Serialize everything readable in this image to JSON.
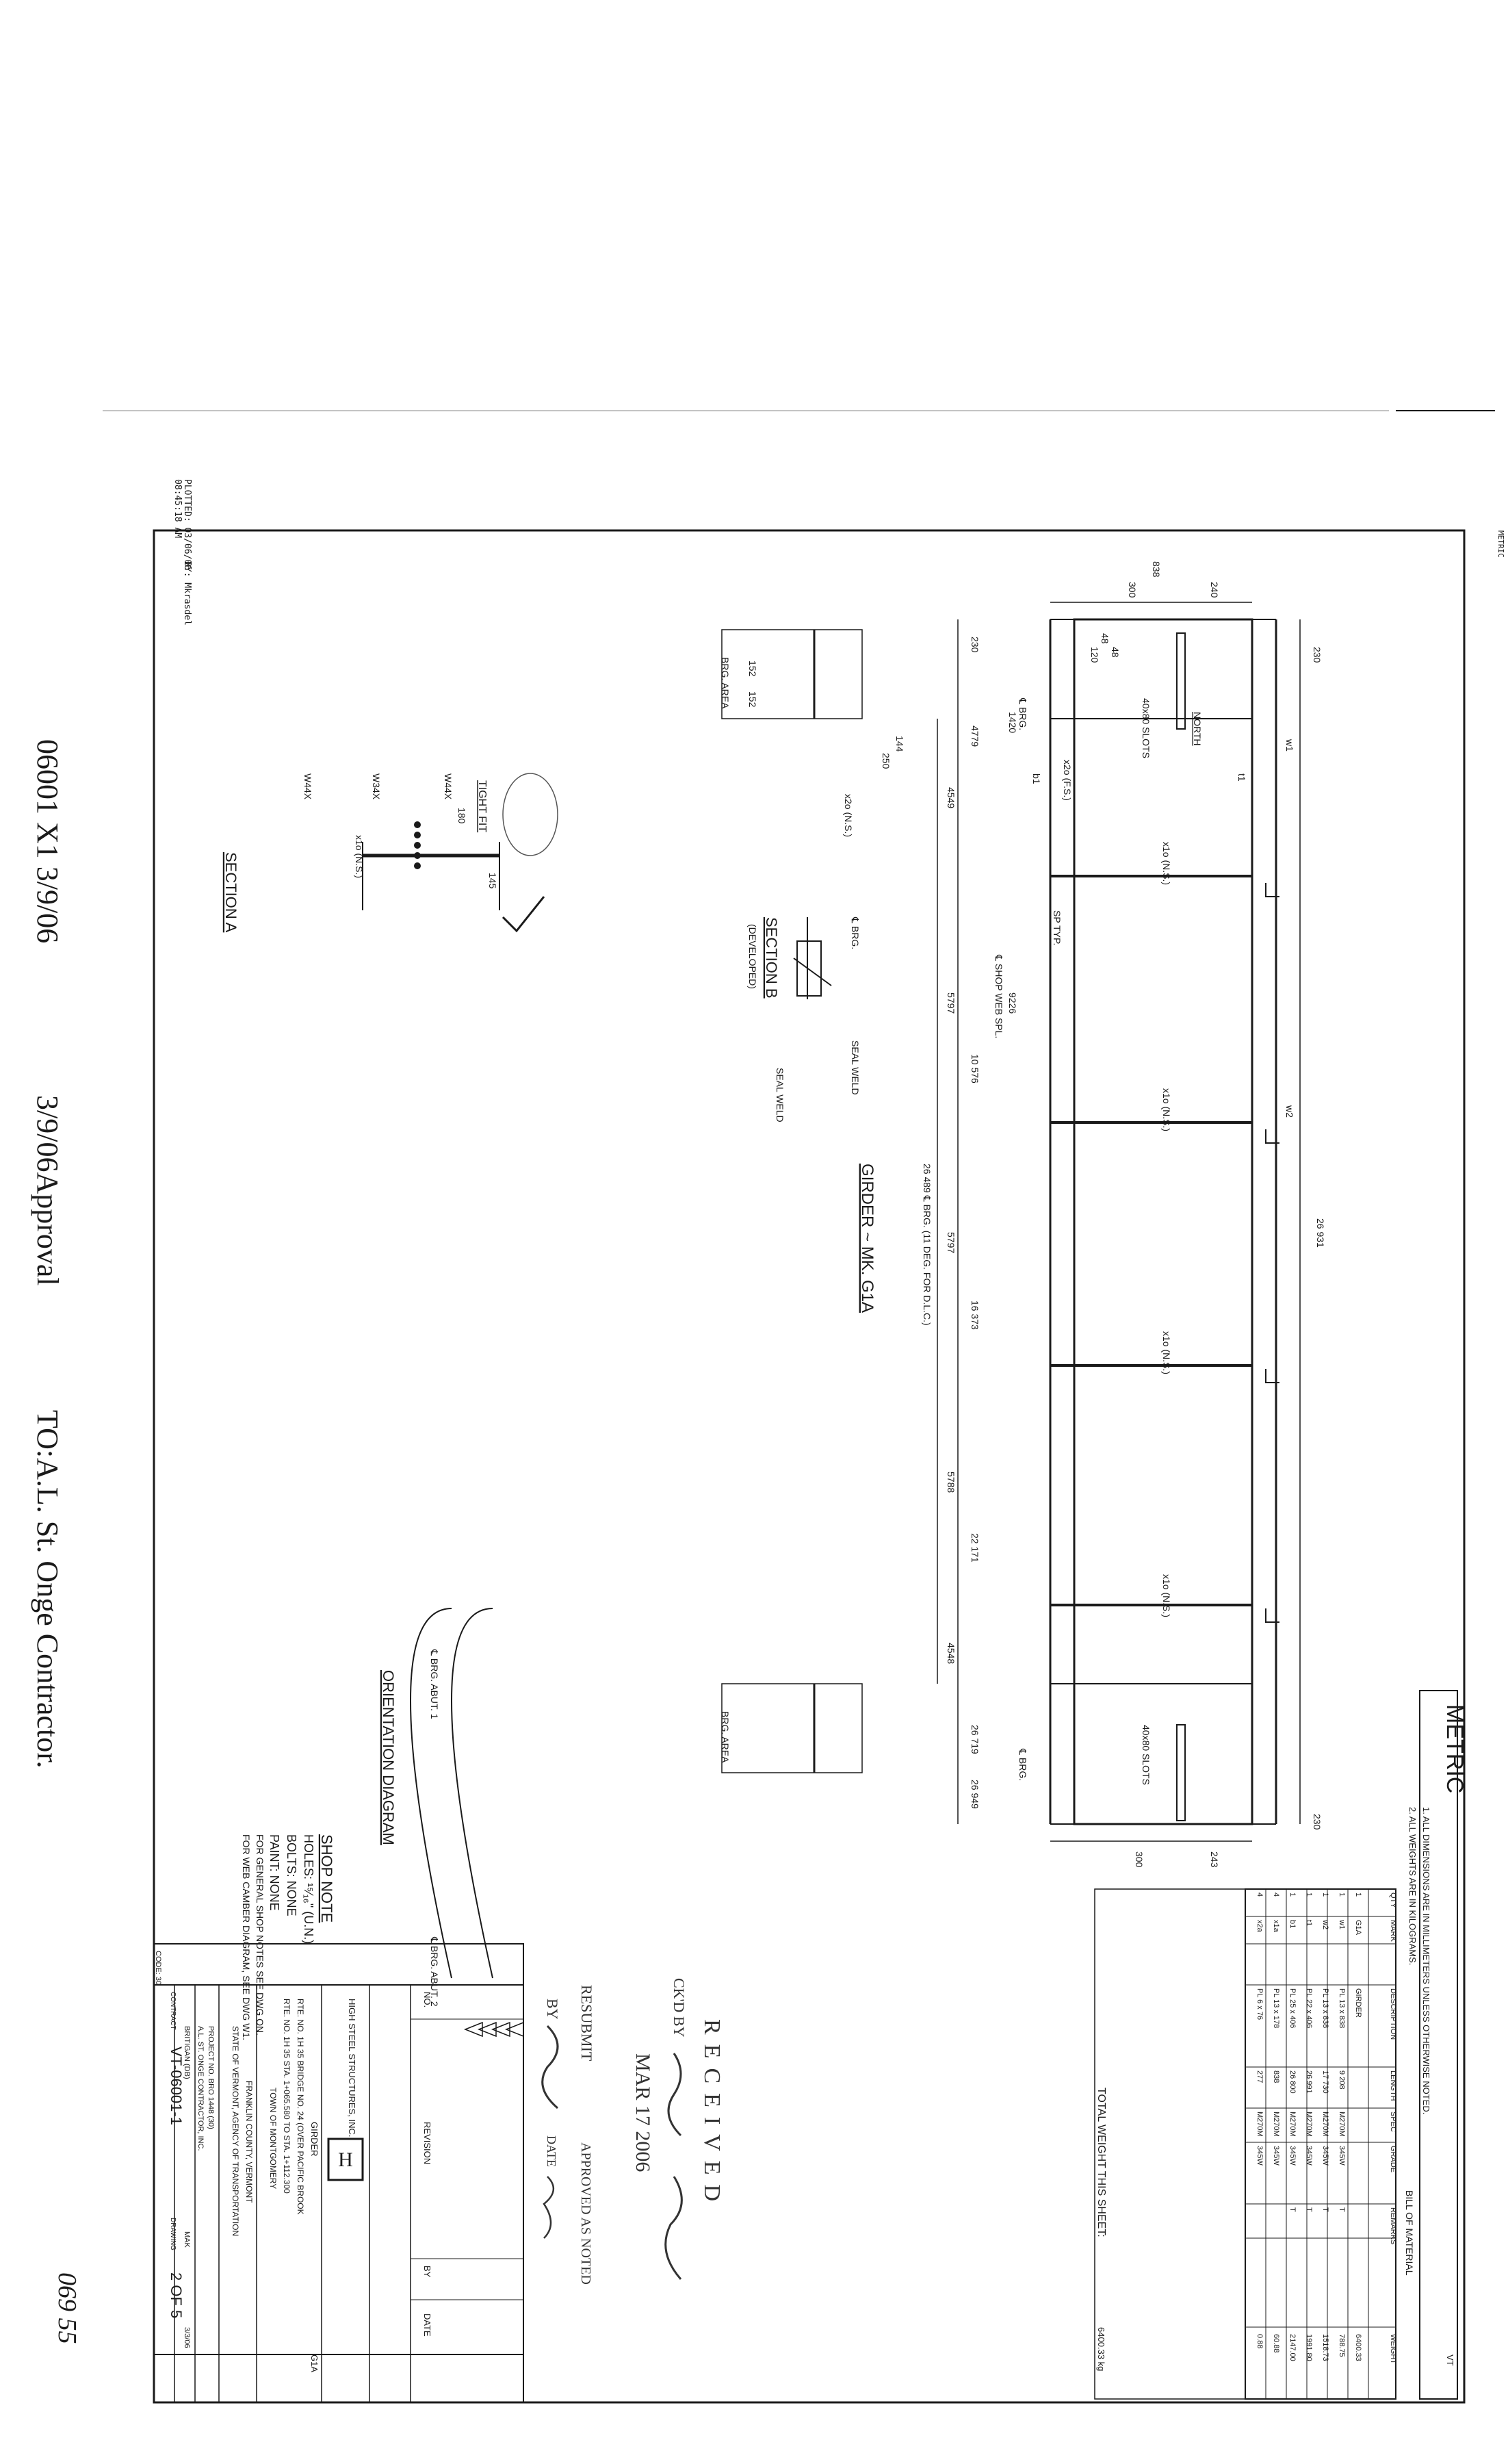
{
  "fax_header": {
    "drawing_ref": "06001 X1 3/9/06",
    "date_status": "3/9/06Approval",
    "recipient": "TO:A.L. St. Onge Contractor."
  },
  "page_mark": "069 55",
  "plot_info": {
    "plotted": "PLOTTED: 03/06/06",
    "time": "08:45:18 AM",
    "by": "BY: Mkrasdel"
  },
  "units_label": "METRIC",
  "notes": {
    "title": "METRIC",
    "line1": "1. ALL DIMENSIONS ARE IN MILLIMETERS UNLESS OTHERWISE NOTED.",
    "line2": "2. ALL WEIGHTS ARE IN KILOGRAMS."
  },
  "bill_of_material": {
    "title": "BILL OF MATERIAL",
    "headers": [
      "QTY",
      "MARK",
      "DESCRIPTION",
      "LENGTH",
      "SPEC",
      "GRADE",
      "REMARKS",
      "WEIGHT"
    ],
    "rows": [
      [
        "1",
        "G1A",
        "GIRDER",
        "",
        "",
        "",
        "",
        "6400.33"
      ],
      [
        "1",
        "w1",
        "PL 13 x 838",
        "9 208",
        "M270M",
        "345W",
        "T",
        "788.75"
      ],
      [
        "1",
        "w2",
        "PL 13 x 838",
        "17 730",
        "M270M",
        "345W",
        "T",
        "1518.73"
      ],
      [
        "1",
        "t1",
        "PL 22 x 406",
        "26 991",
        "M270M",
        "345W",
        "T",
        "1991.80"
      ],
      [
        "1",
        "b1",
        "PL 25 x 406",
        "26 800",
        "M270M",
        "345W",
        "T",
        "2147.00"
      ],
      [
        "4",
        "x1a",
        "PL 13 x 178",
        "838",
        "M270M",
        "345W",
        "",
        "60.88"
      ],
      [
        "4",
        "x2a",
        "PL 6 x 76",
        "277",
        "M270M",
        "345W",
        "",
        "0.88"
      ]
    ],
    "total_label": "TOTAL WEIGHT THIS SHEET:",
    "total_value": "6400.33 kg"
  },
  "girder_elevation": {
    "title": "GIRDER ~ MK. G1A",
    "overall_length": "26 931",
    "bearing_length": "26 489 ℄ BRG. (11 DEG. FOR D.L.C.)",
    "end_dims": [
      "838",
      "300",
      "240",
      "300",
      "243",
      "230",
      "230",
      "48",
      "120",
      "48"
    ],
    "panel_dims": [
      "4549",
      "5797",
      "5797",
      "5788",
      "4548"
    ],
    "station_dims": [
      "230",
      "4779",
      "10 576",
      "16 373",
      "22 171",
      "26 719",
      "26 949"
    ],
    "splice": [
      "9226",
      "℄ SHOP WEB SPL."
    ],
    "labels": {
      "slots_1": "40x80 SLOTS",
      "slots_2": "40x80 SLOTS",
      "north": "NORTH",
      "bearing_1": "℄ BRG.",
      "bearing_2": "℄ BRG.",
      "brg_area_1": "BRG. AREA",
      "brg_area_2": "BRG. AREA",
      "sp": "SP TYP.",
      "x2o": "x2o (F.S.)",
      "x1o_ns": "x1o (N.S.)",
      "x1o_ns_2": "x1o (N.S.)",
      "x1o_ns_3": "x1o (N.S.)",
      "x1o_ns_4": "x1o (N.S.)",
      "x1o_ns_5": "x1o (N.S.)",
      "x2o_ns": "x2o (N.S.)",
      "tight_fit": "TIGHT FIT",
      "dim_180": "180",
      "dim_144": "144",
      "dim_250": "250",
      "dim_145": "145",
      "dim_152a": "152",
      "dim_152b": "152",
      "dim_1420": "1420",
      "w1": "w1",
      "w2": "w2",
      "t1": "t1",
      "b1": "b1"
    }
  },
  "section_a": {
    "title": "SECTION A",
    "welds": [
      "W44X",
      "W34X",
      "W44X"
    ],
    "dim": "145"
  },
  "section_b": {
    "title": "SECTION B",
    "subtitle": "(DEVELOPED)",
    "welds": [
      "SEAL WELD",
      "SEAL WELD"
    ],
    "bearing": "℄ BRG."
  },
  "orientation": {
    "title": "ORIENTATION DIAGRAM",
    "brg1": "℄ BRG. ABUT. 1",
    "brg2": "℄ BRG. ABUT. 2"
  },
  "shop_note": {
    "title": "SHOP NOTE",
    "holes": "HOLES: ¹⁵⁄₁₆\" (U.N.)",
    "bolts": "BOLTS: NONE",
    "paint": "PAINT: NONE",
    "general": "FOR GENERAL SHOP NOTES SEE DWG ON.",
    "camber": "FOR WEB CAMBER DIAGRAM, SEE DWG W1."
  },
  "stamp": {
    "received": "RECEIVED",
    "date": "MAR 17 2006",
    "ckd_by": "CK'D BY",
    "resubmit": "RESUBMIT",
    "approved": "APPROVED AS NOTED",
    "by": "BY",
    "date_label": "DATE"
  },
  "title_block": {
    "fabricator": "HIGH STEEL STRUCTURES, INC.",
    "part": "GIRDER",
    "bridge": "RTE. NO. 1H 35 BRIDGE NO. 24 (OVER PACIFIC BROOK",
    "station": "RTE. NO. 1H 35 STA. 1+065.580 TO STA. 1+112.300",
    "town": "TOWN OF MONTGOMERY",
    "county": "FRANKLIN COUNTY, VERMONT",
    "agency": "STATE OF VERMONT, AGENCY OF TRANSPORTATION",
    "project": "PROJECT NO. BRO 1448 (30)",
    "contractor": "A.L. ST. ONGE CONTRACTOR, INC.",
    "drawn_by": "BRITIGAN (DB)",
    "checked": "MAK",
    "date": "3/3/06",
    "contract_label": "CONTRACT",
    "contract": "VT-06001-1",
    "sheet_label": "DRAWING",
    "sheet": "2 OF 5",
    "revision_headers": [
      "NO.",
      "REVISION",
      "BY",
      "DATE"
    ],
    "code": "CODE: 30",
    "mark_code": "G1A",
    "state": "VT"
  }
}
